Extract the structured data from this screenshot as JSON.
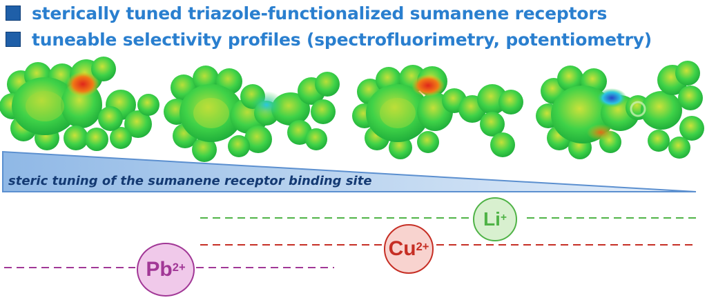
{
  "bullets": [
    {
      "text": "sterically tuned triazole-functionalized sumanene receptors"
    },
    {
      "text": "tuneable selectivity profiles (spectrofluorimetry, potentiometry)"
    }
  ],
  "wedge": {
    "label": "steric tuning of the sumanene receptor binding site"
  },
  "ions": [
    {
      "symbol": "Li",
      "charge": "+",
      "color": "#4fb346",
      "fill": "#d8f0cf"
    },
    {
      "symbol": "Cu",
      "charge": "2+",
      "color": "#c62e24",
      "fill": "#f8d3cf"
    },
    {
      "symbol": "Pb",
      "charge": "2+",
      "color": "#a13796",
      "fill": "#f0c9ea"
    }
  ],
  "colors": {
    "bullet": "#1f5fa8",
    "heading": "#2a7fcf",
    "wedge_label": "#143a73",
    "surface_green": "#2fd24a",
    "surface_red": "#e0261b",
    "surface_blue": "#2cc7e0"
  }
}
